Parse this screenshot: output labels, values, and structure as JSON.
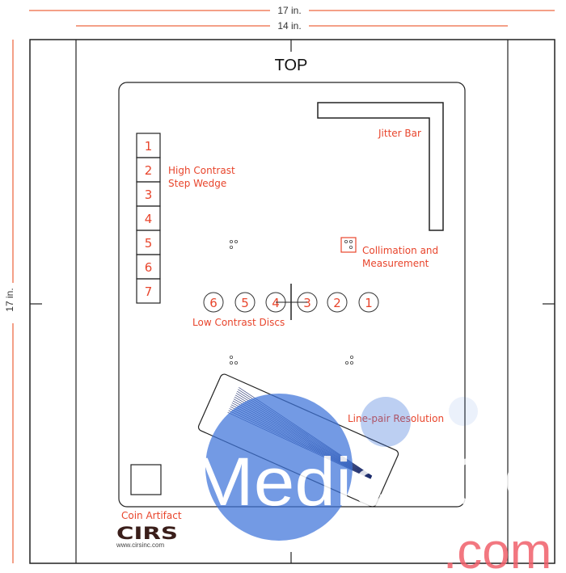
{
  "dimensions": {
    "width_outer": "17 in.",
    "width_inner": "14 in.",
    "height": "17 in."
  },
  "top_label": "TOP",
  "step_wedge": {
    "label_line1": "High Contrast",
    "label_line2": "Step Wedge",
    "steps": [
      "1",
      "2",
      "3",
      "4",
      "5",
      "6",
      "7"
    ]
  },
  "jitter_bar": {
    "label": "Jitter Bar"
  },
  "collimation": {
    "label_line1": "Collimation and",
    "label_line2": "Measurement"
  },
  "low_contrast": {
    "label": "Low Contrast Discs",
    "discs": [
      "6",
      "5",
      "4",
      "3",
      "2",
      "1"
    ]
  },
  "line_pair": {
    "label": "Line-pair Resolution"
  },
  "coin": {
    "label": "Coin Artifact"
  },
  "logo": {
    "brand": "CIRS",
    "url": "www.cirsinc.com"
  },
  "watermark": {
    "text": "MedicalQC",
    "suffix": ".com"
  },
  "colors": {
    "accent": "#e8452c",
    "dim_line": "#f08060",
    "watermark_blue": "#3d73d9",
    "watermark_red": "#f0606a"
  }
}
